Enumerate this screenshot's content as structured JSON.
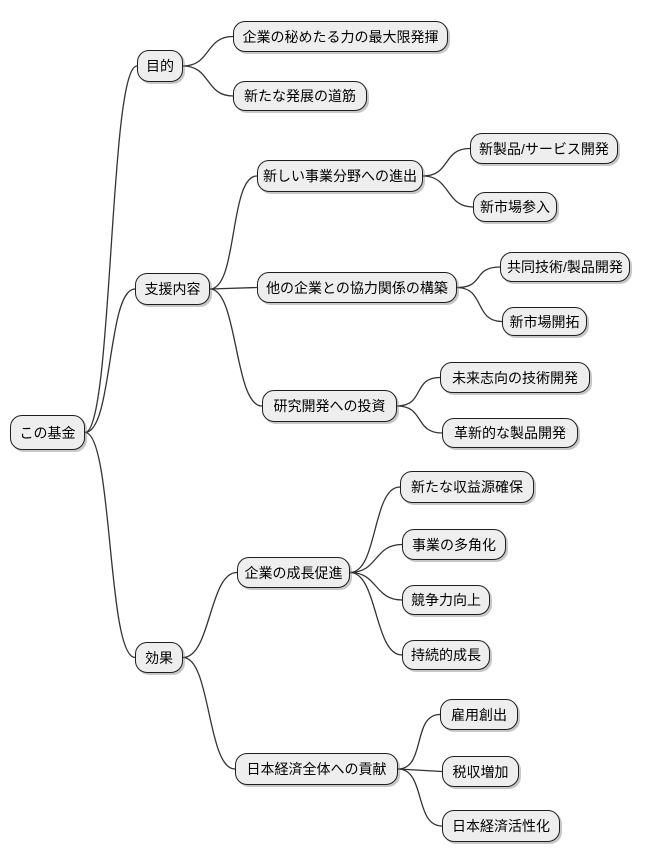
{
  "mindmap": {
    "root": {
      "label": "この基金",
      "children": [
        {
          "label": "目的",
          "children": [
            {
              "label": "企業の秘めたる力の最大限発揮"
            },
            {
              "label": "新たな発展の道筋"
            }
          ]
        },
        {
          "label": "支援内容",
          "children": [
            {
              "label": "新しい事業分野への進出",
              "children": [
                {
                  "label": "新製品/サービス開発"
                },
                {
                  "label": "新市場参入"
                }
              ]
            },
            {
              "label": "他の企業との協力関係の構築",
              "children": [
                {
                  "label": "共同技術/製品開発"
                },
                {
                  "label": "新市場開拓"
                }
              ]
            },
            {
              "label": "研究開発への投資",
              "children": [
                {
                  "label": "未来志向の技術開発"
                },
                {
                  "label": "革新的な製品開発"
                }
              ]
            }
          ]
        },
        {
          "label": "効果",
          "children": [
            {
              "label": "企業の成長促進",
              "children": [
                {
                  "label": "新たな収益源確保"
                },
                {
                  "label": "事業の多角化"
                },
                {
                  "label": "競争力向上"
                },
                {
                  "label": "持続的成長"
                }
              ]
            },
            {
              "label": "日本経済全体への貢献",
              "children": [
                {
                  "label": "雇用創出"
                },
                {
                  "label": "税収増加"
                },
                {
                  "label": "日本経済活性化"
                }
              ]
            }
          ]
        }
      ]
    },
    "style": {
      "node_fill": "#eeeeee",
      "node_border": "#1f1f1f",
      "edge_color": "#333333",
      "text_color": "#000000",
      "background": "#ffffff"
    }
  }
}
